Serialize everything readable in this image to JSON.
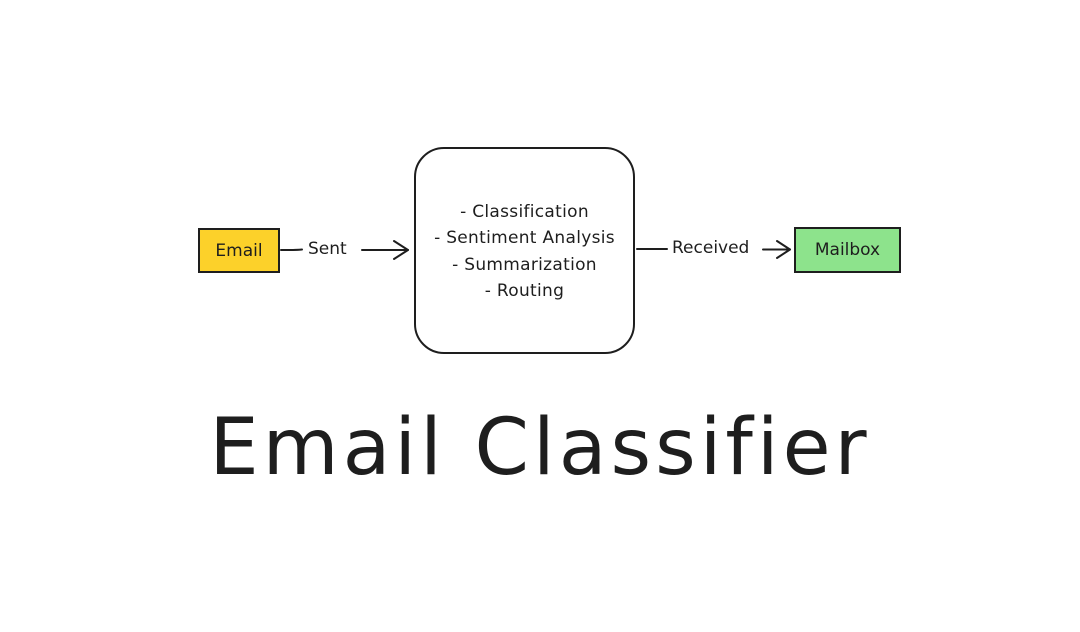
{
  "diagram": {
    "title": "Email Classifier",
    "nodes": {
      "source": {
        "label": "Email",
        "fill": "#fcd12a"
      },
      "processor": {
        "steps": [
          "- Classification",
          "- Sentiment Analysis",
          "- Summarization",
          "- Routing"
        ],
        "fill": "#ffffff"
      },
      "destination": {
        "label": "Mailbox",
        "fill": "#8de38c"
      }
    },
    "edges": {
      "sent": {
        "label": "Sent",
        "from": "Email",
        "to": "processor"
      },
      "received": {
        "label": "Received",
        "from": "processor",
        "to": "Mailbox"
      }
    },
    "colors": {
      "stroke": "#1e1e1e",
      "background": "#ffffff"
    }
  }
}
